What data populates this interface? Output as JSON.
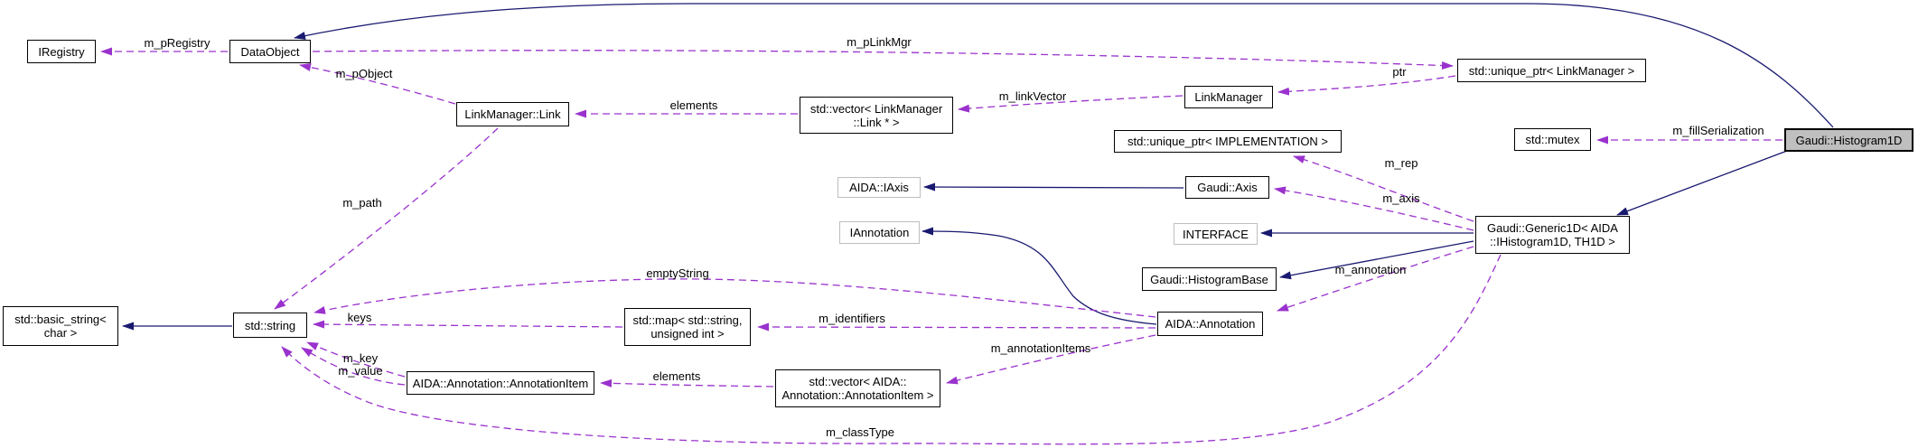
{
  "diagram": {
    "type": "collaboration-diagram",
    "focus_node": "Gaudi::Histogram1D"
  },
  "nodes": {
    "iregistry": {
      "label": "IRegistry"
    },
    "data_object": {
      "label": "DataObject"
    },
    "link_manager_link": {
      "label": "LinkManager::Link"
    },
    "vector_link": {
      "label": "std::vector< LinkManager\n::Link * >"
    },
    "link_manager": {
      "label": "LinkManager"
    },
    "unique_ptr_link_manager": {
      "label": "std::unique_ptr< LinkManager >"
    },
    "std_mutex": {
      "label": "std::mutex"
    },
    "histogram1d": {
      "label": "Gaudi::Histogram1D"
    },
    "unique_ptr_implementation": {
      "label": "std::unique_ptr< IMPLEMENTATION >"
    },
    "gaudi_axis": {
      "label": "Gaudi::Axis"
    },
    "aida_iaxis": {
      "label": "AIDA::IAxis"
    },
    "interface": {
      "label": "INTERFACE"
    },
    "iannotation": {
      "label": "IAnnotation"
    },
    "generic1d": {
      "label": "Gaudi::Generic1D< AIDA\n::IHistogram1D, TH1D >"
    },
    "histogram_base": {
      "label": "Gaudi::HistogramBase"
    },
    "aida_annotation": {
      "label": "AIDA::Annotation"
    },
    "basic_string": {
      "label": "std::basic_string<\nchar >"
    },
    "std_string": {
      "label": "std::string"
    },
    "std_map": {
      "label": "std::map< std::string,\nunsigned int >"
    },
    "annotation_item": {
      "label": "AIDA::Annotation::AnnotationItem"
    },
    "vector_annotation_item": {
      "label": "std::vector< AIDA::\nAnnotation::AnnotationItem >"
    }
  },
  "edge_labels": {
    "m_pRegistry": "m_pRegistry",
    "m_pObject": "m_pObject",
    "m_pLinkMgr": "m_pLinkMgr",
    "m_linkVector": "m_linkVector",
    "ptr": "ptr",
    "elements_links": "elements",
    "m_fillSerialization": "m_fillSerialization",
    "m_rep": "m_rep",
    "m_axis": "m_axis",
    "m_annotation": "m_annotation",
    "m_path": "m_path",
    "emptyString": "emptyString",
    "keys": "keys",
    "m_identifiers": "m_identifiers",
    "m_key_value": "m_key\nm_value",
    "elements_items": "elements",
    "m_annotationItems": "m_annotationItems",
    "m_classType": "m_classType"
  },
  "colors": {
    "inheritance_edge": "#191970",
    "usage_edge": "#9a32cd",
    "node_border": "#000000",
    "template_node_border": "#bebebe",
    "node_fill": "#ffffff",
    "focus_node_fill": "#bfbfbf",
    "text": "#000000",
    "background": "#ffffff"
  }
}
